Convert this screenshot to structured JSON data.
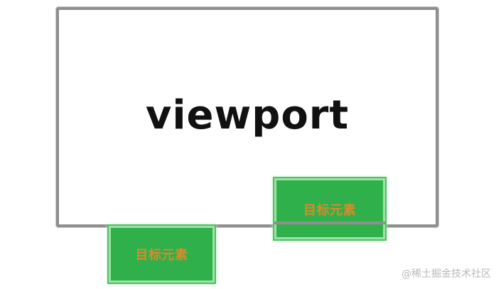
{
  "viewport": {
    "label": "viewport"
  },
  "targets": [
    {
      "label": "目标元素"
    },
    {
      "label": "目标元素"
    }
  ],
  "watermark": "@稀土掘金技术社区",
  "colors": {
    "viewport_border": "#8f8f8f",
    "target_fill": "#2fb04a",
    "target_glow": "#9fe0a8",
    "target_text": "#d98a2a",
    "viewport_text": "#111111",
    "watermark": "#b9b9b9"
  }
}
